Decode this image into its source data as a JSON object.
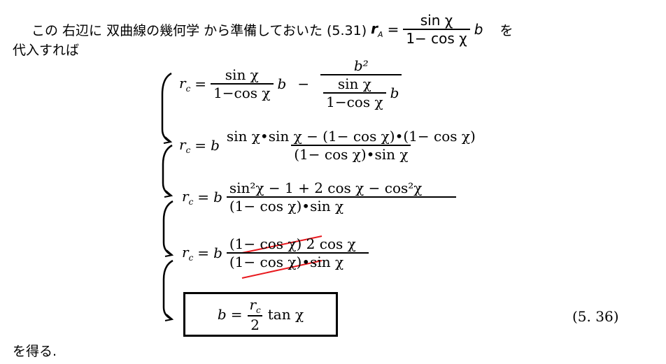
{
  "intro": {
    "text": "この 右辺に 双曲線の幾何学 から準備しておいた (5.31)",
    "r": "r",
    "sub_A": "A",
    "eq": "=",
    "num": "sin χ",
    "den": "1− cos χ",
    "b": "b",
    "tail": "を"
  },
  "line2": "代入すれば",
  "eq1": {
    "lhs": "r",
    "sub": "c",
    "eq": "=",
    "num": "sin χ",
    "den": "1−cos χ",
    "b": "b",
    "minus": "−",
    "bignum": "b²",
    "inner_num": "sin χ",
    "inner_den": "1−cos χ",
    "inner_b": "b"
  },
  "eq2": {
    "lhs": "r",
    "sub": "c",
    "eq": "=",
    "b": "b",
    "num": "sin χ•sin χ − (1− cos χ)•(1− cos χ)",
    "den": "(1− cos χ)•sin χ"
  },
  "eq3": {
    "lhs": "r",
    "sub": "c",
    "eq": "=",
    "b": "b",
    "num": "sin²χ − 1 + 2 cos χ − cos²χ",
    "den": "(1− cos χ)•sin χ"
  },
  "eq4": {
    "lhs": "r",
    "sub": "c",
    "eq": "=",
    "b": "b",
    "num_struck": "(1− cos χ)",
    "num_rest": " 2 cos χ",
    "den_struck": "(1− cos χ)",
    "den_rest": "•sin χ"
  },
  "result": {
    "b": "b",
    "eq": "=",
    "num": "r",
    "sub": "c",
    "den": "2",
    "tail": "tan χ",
    "number": "(5. 36)"
  },
  "closing": "を得る.",
  "colors": {
    "strike": "#e8191e"
  }
}
